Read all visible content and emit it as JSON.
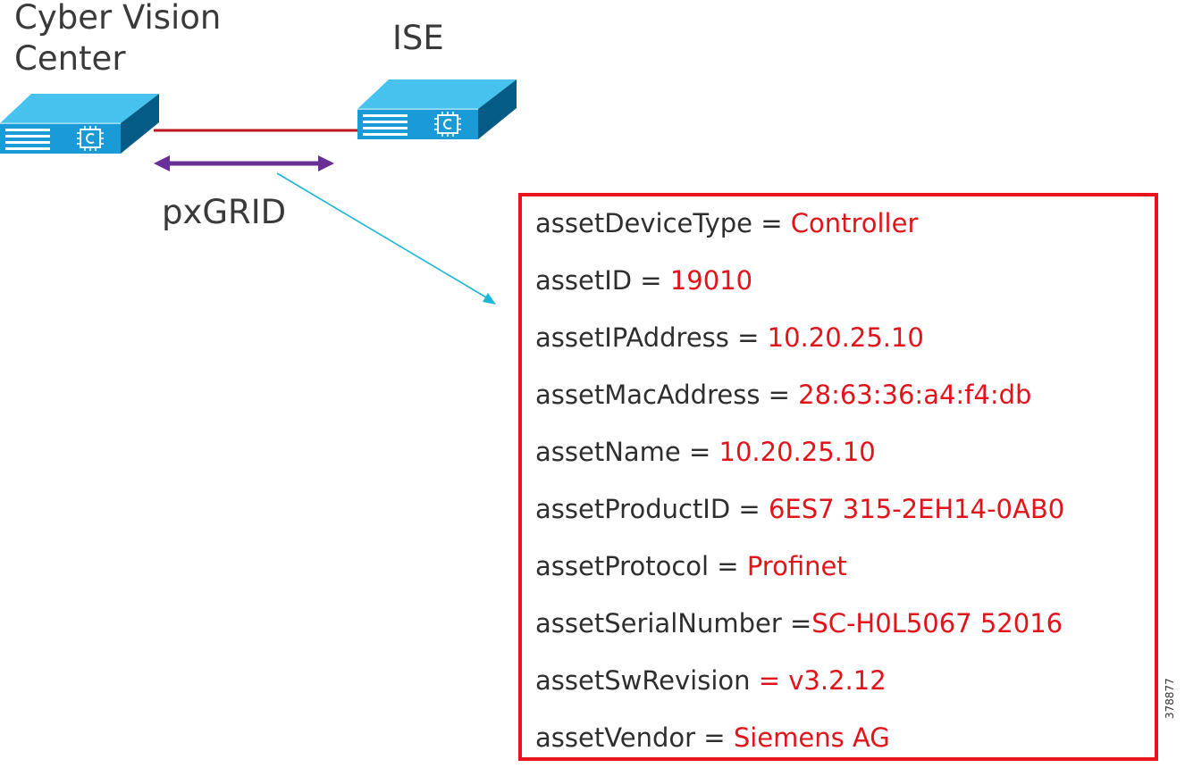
{
  "labels": {
    "cyber_vision_line1": "Cyber Vision",
    "cyber_vision_line2": "Center",
    "ise": "ISE",
    "pxgrid": "pxGRID"
  },
  "attributes": [
    {
      "key": "assetDeviceType = ",
      "value": "Controller"
    },
    {
      "key": "assetID = ",
      "value": "19010"
    },
    {
      "key": "assetIPAddress = ",
      "value": "10.20.25.10"
    },
    {
      "key": "assetMacAddress = ",
      "value": "28:63:36:a4:f4:db"
    },
    {
      "key": "assetName = ",
      "value": "10.20.25.10"
    },
    {
      "key": "assetProductID = ",
      "value": "6ES7 315-2EH14-0AB0"
    },
    {
      "key": "assetProtocol = ",
      "value": "Profinet"
    },
    {
      "key": "assetSerialNumber =",
      "value": "SC-H0L5067 52016"
    },
    {
      "key": "assetSwRevision",
      "value": " = v3.2.12"
    },
    {
      "key": "assetVendor = ",
      "value": "Siemens AG"
    }
  ],
  "figure_id": "378877",
  "colors": {
    "appliance_top": "#47c1ee",
    "appliance_front": "#1a9ad6",
    "appliance_side": "#035b86",
    "link_line": "#c0141e",
    "pxgrid_arrow": "#6a2e97",
    "pointer_arrow": "#1cb6d8",
    "box_border": "#e8141c",
    "value_text": "#e2141b"
  },
  "icons": {
    "cyber_vision_center": "appliance-icon",
    "ise": "appliance-icon"
  }
}
